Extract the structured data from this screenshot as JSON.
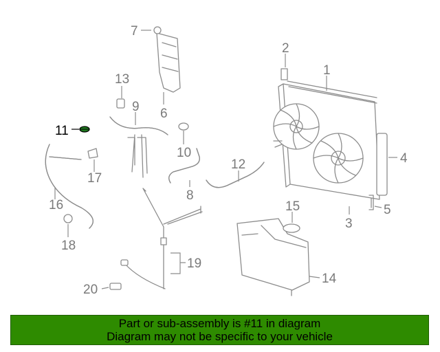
{
  "diagram": {
    "callouts": [
      {
        "id": "1",
        "label": "1"
      },
      {
        "id": "2",
        "label": "2"
      },
      {
        "id": "3",
        "label": "3"
      },
      {
        "id": "4",
        "label": "4"
      },
      {
        "id": "5",
        "label": "5"
      },
      {
        "id": "6",
        "label": "6"
      },
      {
        "id": "7",
        "label": "7"
      },
      {
        "id": "8",
        "label": "8"
      },
      {
        "id": "9",
        "label": "9"
      },
      {
        "id": "10",
        "label": "10"
      },
      {
        "id": "11",
        "label": "11",
        "highlighted": true
      },
      {
        "id": "12",
        "label": "12"
      },
      {
        "id": "13",
        "label": "13"
      },
      {
        "id": "14",
        "label": "14"
      },
      {
        "id": "15",
        "label": "15"
      },
      {
        "id": "16",
        "label": "16"
      },
      {
        "id": "17",
        "label": "17"
      },
      {
        "id": "18",
        "label": "18"
      },
      {
        "id": "19",
        "label": "19"
      },
      {
        "id": "20",
        "label": "20"
      }
    ],
    "colors": {
      "line": "#8c8c8c",
      "callout_text": "#7a7a7a",
      "highlight": "#000000",
      "highlight_part": "#1f7a1f"
    }
  },
  "banner": {
    "line1": "Part or sub-assembly is #11 in diagram",
    "line2": "Diagram may not be specific to your vehicle",
    "color": "#2e8b00"
  }
}
